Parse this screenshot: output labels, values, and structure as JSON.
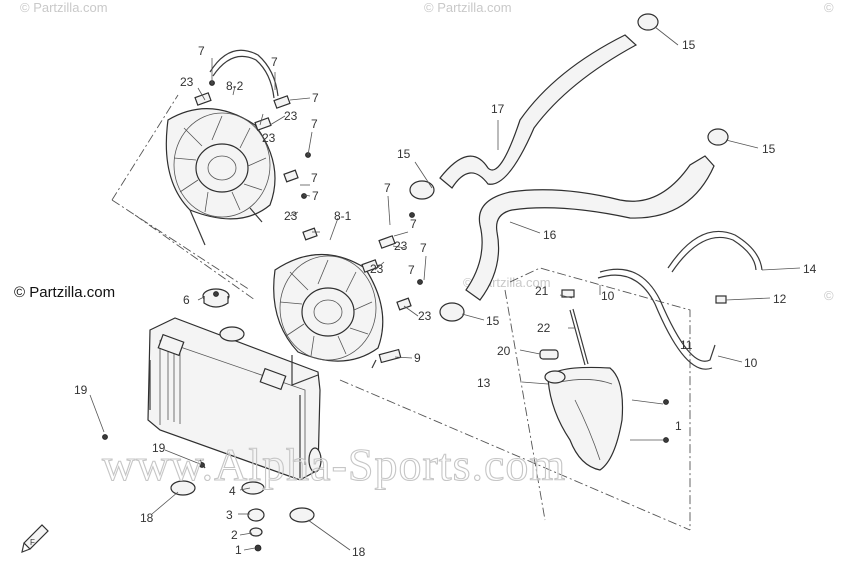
{
  "watermarks": {
    "top": [
      "© Partzilla.com",
      "© Partzilla.com",
      "©"
    ],
    "left": "© Partzilla.com",
    "center": "© Partzilla.com",
    "right": "©",
    "big": "www.Alpha-Sports.com"
  },
  "callouts": [
    {
      "id": "c15a",
      "text": "15"
    },
    {
      "id": "c15b",
      "text": "15"
    },
    {
      "id": "c15c",
      "text": "15"
    },
    {
      "id": "c15d",
      "text": "15"
    },
    {
      "id": "c17",
      "text": "17"
    },
    {
      "id": "c16",
      "text": "16"
    },
    {
      "id": "c14",
      "text": "14"
    },
    {
      "id": "c12",
      "text": "12"
    },
    {
      "id": "c10a",
      "text": "10"
    },
    {
      "id": "c10b",
      "text": "10"
    },
    {
      "id": "c11",
      "text": "11"
    },
    {
      "id": "c13",
      "text": "13"
    },
    {
      "id": "c20",
      "text": "20"
    },
    {
      "id": "c21",
      "text": "21"
    },
    {
      "id": "c22",
      "text": "22"
    },
    {
      "id": "c1a",
      "text": "1"
    },
    {
      "id": "c9",
      "text": "9"
    },
    {
      "id": "c6",
      "text": "6"
    },
    {
      "id": "c19a",
      "text": "19"
    },
    {
      "id": "c19b",
      "text": "19"
    },
    {
      "id": "c18a",
      "text": "18"
    },
    {
      "id": "c18b",
      "text": "18"
    },
    {
      "id": "c4",
      "text": "4"
    },
    {
      "id": "c3",
      "text": "3"
    },
    {
      "id": "c2",
      "text": "2"
    },
    {
      "id": "c1b",
      "text": "1"
    },
    {
      "id": "c7a",
      "text": "7"
    },
    {
      "id": "c7b",
      "text": "7"
    },
    {
      "id": "c7c",
      "text": "7"
    },
    {
      "id": "c7d",
      "text": "7"
    },
    {
      "id": "c7e",
      "text": "7"
    },
    {
      "id": "c7f",
      "text": "7"
    },
    {
      "id": "c7g",
      "text": "7"
    },
    {
      "id": "c7h",
      "text": "7"
    },
    {
      "id": "c7i",
      "text": "7"
    },
    {
      "id": "c7j",
      "text": "7"
    },
    {
      "id": "c23a",
      "text": "23"
    },
    {
      "id": "c23b",
      "text": "23"
    },
    {
      "id": "c23c",
      "text": "23"
    },
    {
      "id": "c23d",
      "text": "23"
    },
    {
      "id": "c23e",
      "text": "23"
    },
    {
      "id": "c23f",
      "text": "23"
    },
    {
      "id": "c23g",
      "text": "23"
    },
    {
      "id": "c8-2",
      "text": "8-2"
    },
    {
      "id": "c8-1",
      "text": "8-1"
    }
  ]
}
